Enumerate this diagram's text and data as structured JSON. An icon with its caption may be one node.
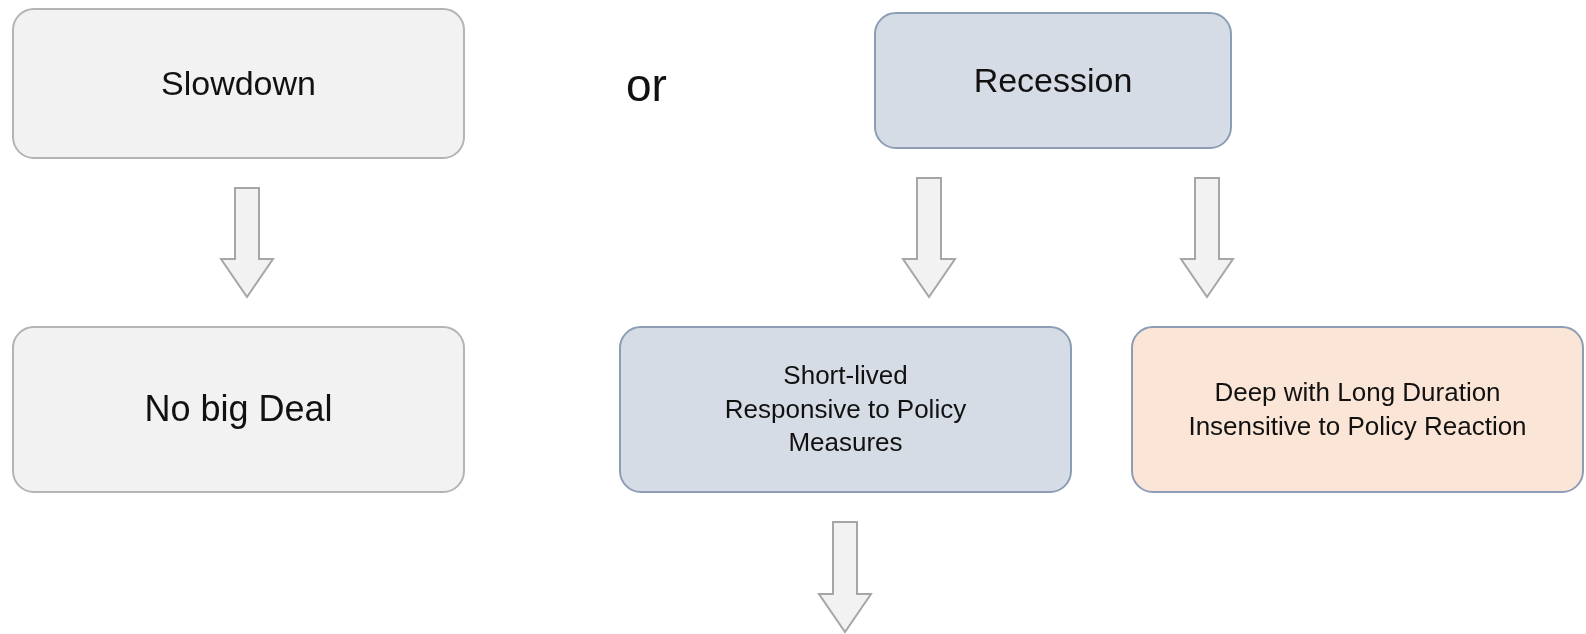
{
  "diagram": {
    "nodes": [
      {
        "text": [
          "Slowdown"
        ]
      },
      {
        "text": [
          "Recession"
        ]
      },
      {
        "text": [
          "No big Deal"
        ]
      },
      {
        "text": [
          "Short-lived",
          "Responsive to Policy Measures"
        ]
      },
      {
        "text": [
          "Deep with Long Duration Insensitive to Policy Reaction"
        ]
      }
    ],
    "edges": [
      {
        "from": 0,
        "to": 2,
        "arrow": "to"
      },
      {
        "from": 1,
        "to": 3,
        "arrow": "to"
      },
      {
        "from": 1,
        "to": 4,
        "arrow": "to"
      },
      {
        "from": 3,
        "to": null,
        "arrow": "to"
      }
    ],
    "labels": [
      "or"
    ]
  }
}
